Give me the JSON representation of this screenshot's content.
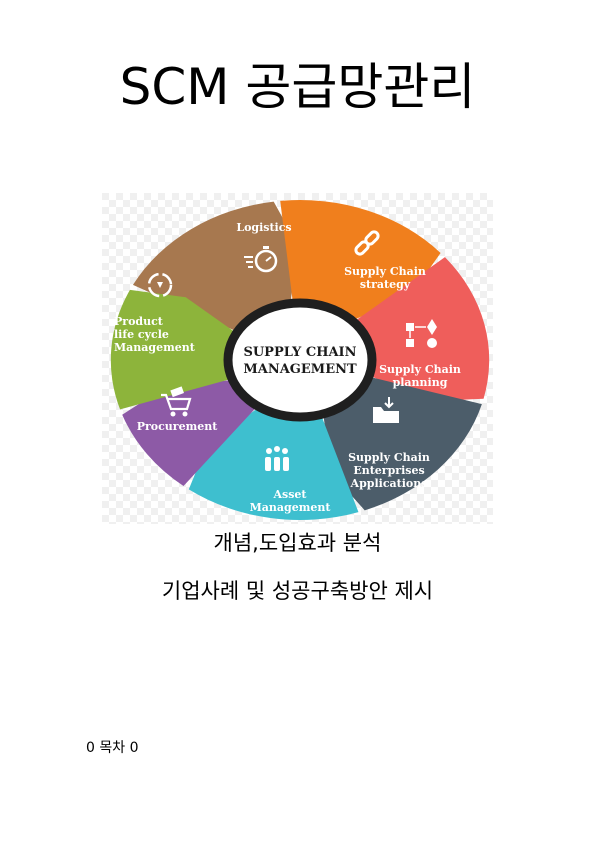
{
  "document": {
    "title": "SCM 공급망관리",
    "subtitle_1": "개념,도입효과 분석",
    "subtitle_2": "기업사례 및 성공구축방안 제시",
    "toc_line": "0 목차 0"
  },
  "diagram": {
    "center": [
      "SUPPLY CHAIN",
      "MANAGEMENT"
    ],
    "segments": [
      {
        "lines": [
          "Logistics"
        ],
        "color": "#a7784f",
        "icon": "stopwatch-icon"
      },
      {
        "lines": [
          "Supply Chain",
          "strategy"
        ],
        "color": "#f07f1d",
        "icon": "chain-link-icon"
      },
      {
        "lines": [
          "Supply Chain",
          "planning"
        ],
        "color": "#ef5e5b",
        "icon": "flowchart-icon"
      },
      {
        "lines": [
          "Supply Chain",
          "Enterprises",
          "Applications"
        ],
        "color": "#4c5d6a",
        "icon": "folder-icon"
      },
      {
        "lines": [
          "Asset",
          "Management"
        ],
        "color": "#3ebfcf",
        "icon": "gear-bottles-icon"
      },
      {
        "lines": [
          "Procurement"
        ],
        "color": "#8d5aa6",
        "icon": "shopping-cart-icon"
      },
      {
        "lines": [
          "Product",
          "life cycle",
          "Management"
        ],
        "color": "#8db43b",
        "icon": "recycle-icon"
      }
    ]
  }
}
